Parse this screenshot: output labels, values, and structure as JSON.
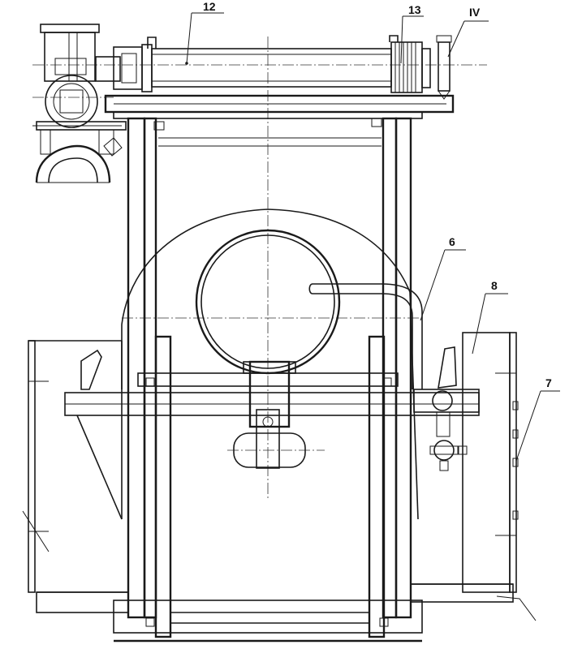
{
  "callouts": [
    {
      "id": "12",
      "label": "12"
    },
    {
      "id": "13",
      "label": "13"
    },
    {
      "id": "IV",
      "label": "IV"
    },
    {
      "id": "6",
      "label": "6"
    },
    {
      "id": "8",
      "label": "8"
    },
    {
      "id": "7",
      "label": "7"
    }
  ]
}
